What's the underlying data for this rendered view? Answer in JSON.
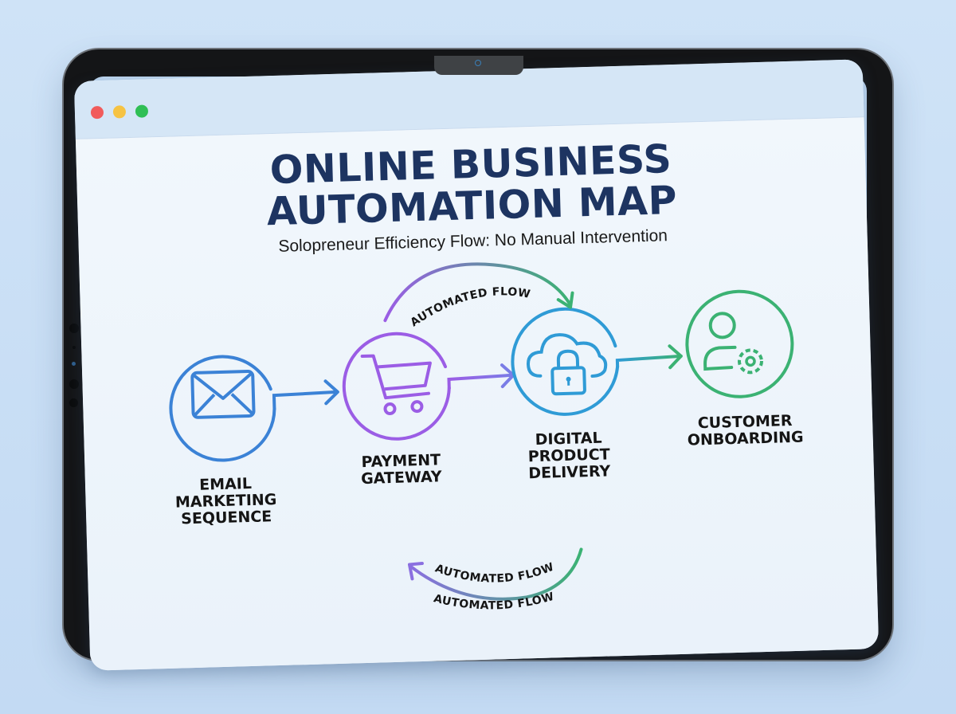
{
  "window": {
    "traffic_lights": [
      {
        "name": "close",
        "color": "#f15b5b"
      },
      {
        "name": "minimize",
        "color": "#f6c343"
      },
      {
        "name": "maximize",
        "color": "#2fbf55"
      }
    ]
  },
  "header": {
    "title_line1": "ONLINE BUSINESS",
    "title_line2": "AUTOMATION MAP",
    "subtitle": "Solopreneur Efficiency Flow: No Manual Intervention"
  },
  "nodes": [
    {
      "id": "email",
      "icon": "envelope-icon",
      "label_lines": [
        "EMAIL",
        "MARKETING",
        "SEQUENCE"
      ],
      "color": "#3b82d6"
    },
    {
      "id": "payment",
      "icon": "shopping-cart-icon",
      "label_lines": [
        "PAYMENT",
        "GATEWAY"
      ],
      "color": "#9b5de5"
    },
    {
      "id": "delivery",
      "icon": "cloud-lock-icon",
      "label_lines": [
        "DIGITAL",
        "PRODUCT",
        "DELIVERY"
      ],
      "color": "#2f9bd6"
    },
    {
      "id": "onboarding",
      "icon": "user-gear-icon",
      "label_lines": [
        "CUSTOMER",
        "ONBOARDING"
      ],
      "color": "#3bb273"
    }
  ],
  "connectors": {
    "top_arc_label": "AUTOMATED FLOW",
    "bottom_arc_label_1": "AUTOMATED FLOW",
    "bottom_arc_label_2": "AUTOMATED FLOW"
  },
  "colors": {
    "title": "#1d3461",
    "blue": "#3b82d6",
    "purple": "#9b5de5",
    "cyan": "#2f9bd6",
    "green": "#3bb273"
  }
}
